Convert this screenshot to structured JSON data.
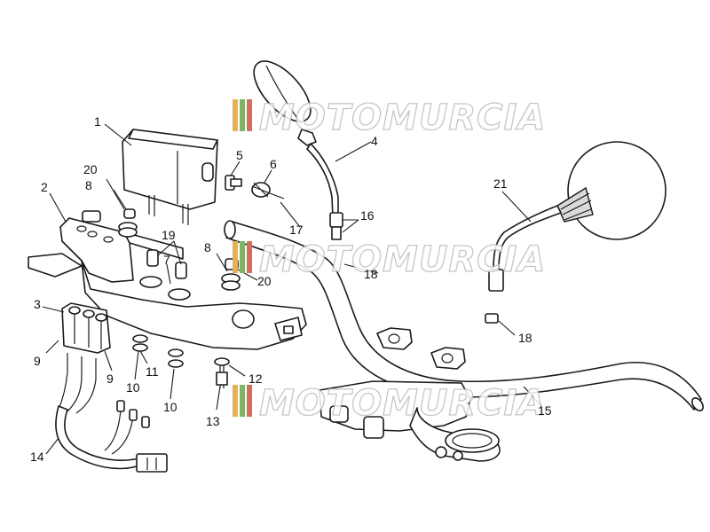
{
  "watermark": {
    "text": "MOTOMURCIA",
    "stripe_colors": [
      "#e8b14a",
      "#7fb36a",
      "#d96b5e"
    ]
  },
  "labels": [
    {
      "id": "1",
      "text": "1"
    },
    {
      "id": "2",
      "text": "2"
    },
    {
      "id": "3",
      "text": "3"
    },
    {
      "id": "4",
      "text": "4"
    },
    {
      "id": "5",
      "text": "5"
    },
    {
      "id": "6",
      "text": "6"
    },
    {
      "id": "7",
      "text": "7"
    },
    {
      "id": "8a",
      "text": "8"
    },
    {
      "id": "8b",
      "text": "8"
    },
    {
      "id": "9a",
      "text": "9"
    },
    {
      "id": "9b",
      "text": "9"
    },
    {
      "id": "10a",
      "text": "10"
    },
    {
      "id": "10b",
      "text": "10"
    },
    {
      "id": "11",
      "text": "11"
    },
    {
      "id": "12",
      "text": "12"
    },
    {
      "id": "13",
      "text": "13"
    },
    {
      "id": "14",
      "text": "14"
    },
    {
      "id": "15",
      "text": "15"
    },
    {
      "id": "16",
      "text": "16"
    },
    {
      "id": "17",
      "text": "17"
    },
    {
      "id": "18a",
      "text": "18"
    },
    {
      "id": "18b",
      "text": "18"
    },
    {
      "id": "19",
      "text": "19"
    },
    {
      "id": "20a",
      "text": "20"
    },
    {
      "id": "20b",
      "text": "20"
    },
    {
      "id": "21",
      "text": "21"
    }
  ]
}
